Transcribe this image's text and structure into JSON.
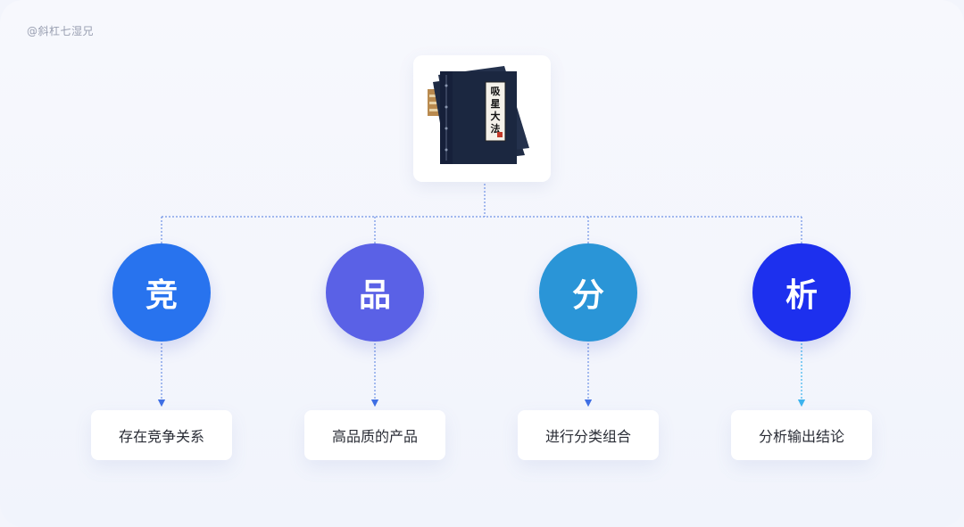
{
  "watermark": "@斜杠七湿兄",
  "book": {
    "title_chars": [
      "吸",
      "星",
      "大",
      "法"
    ]
  },
  "nodes": [
    {
      "char": "竞",
      "label": "存在竞争关系",
      "color": "#2873ee"
    },
    {
      "char": "品",
      "label": "高品质的产品",
      "color": "#5a61e6"
    },
    {
      "char": "分",
      "label": "进行分类组合",
      "color": "#2a95d7"
    },
    {
      "char": "析",
      "label": "分析输出结论",
      "color": "#1d30ee"
    }
  ],
  "colors": {
    "line": "#5b86e8",
    "arrow_last": "#3cb3ee"
  }
}
